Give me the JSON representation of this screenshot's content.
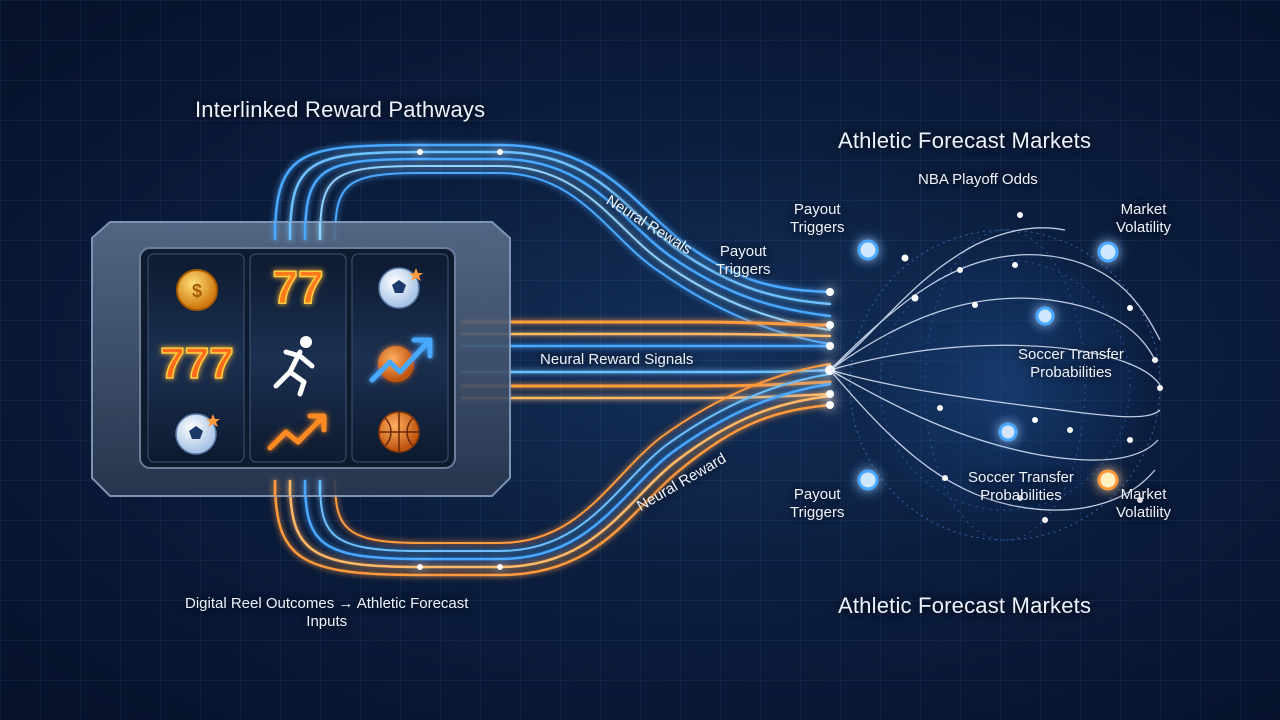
{
  "title_left": "Interlinked Reward Pathways",
  "title_right_top": "Athletic Forecast Markets",
  "title_right_bottom": "Athletic Forecast Markets",
  "flow_labels": {
    "neural_rewals": "Neural Rewals",
    "payout_triggers_mid": "Payout\nTriggers",
    "neural_reward_signals": "Neural Reward Signals",
    "neural_reward": "Neural Reward"
  },
  "globe_labels": {
    "nba_playoff_odds": "NBA Playoff Odds",
    "payout_triggers_top": "Payout\nTriggers",
    "market_volatility_top": "Market\nVolatility",
    "soccer_transfer_mid": "Soccer Transfer\nProbabilities",
    "soccer_transfer_low": "Soccer Transfer\nProbabilities",
    "payout_triggers_bottom": "Payout\nTriggers",
    "market_volatility_bottom": "Market\nVolatility"
  },
  "caption": "Digital Reel Outcomes → Athletic Forecast\nInputs",
  "reels": [
    [
      "coin-icon",
      "triple-seven-icon",
      "soccer-ball-icon"
    ],
    [
      "double-seven-icon",
      "runner-icon",
      "trend-arrow-icon"
    ],
    [
      "soccer-ball-icon",
      "trend-arrow-icon",
      "basketball-icon"
    ]
  ],
  "colors": {
    "blue": "#4aa8ff",
    "orange": "#ff9a3c",
    "background": "#0b1d3d"
  }
}
